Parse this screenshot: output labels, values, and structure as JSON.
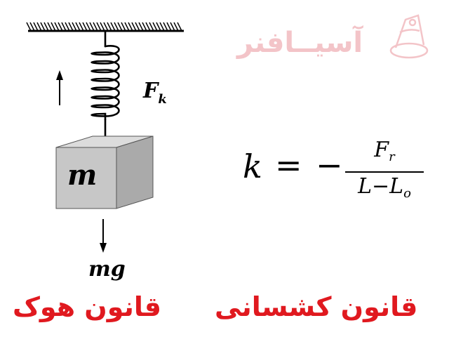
{
  "watermark": {
    "text": "آسیــافنر",
    "icon": "asia-fanar-logo-icon"
  },
  "diagram": {
    "force_label": "F",
    "force_subscript": "k",
    "mass_label": "m",
    "weight_label": "mg"
  },
  "formula": {
    "lhs": "k",
    "equals": "=",
    "minus": "−",
    "numerator": "F",
    "numerator_sub": "r",
    "denominator_a": "L−L",
    "denominator_sub": "o"
  },
  "titles": {
    "hooke_law": "قانون هوک",
    "tensile_law": "قانون کشسانی"
  },
  "colors": {
    "title": "#e0191f",
    "watermark": "#f3c4c8",
    "block_front": "#c7c7c7",
    "block_top": "#dcdcdc",
    "block_side": "#aaaaaa"
  }
}
